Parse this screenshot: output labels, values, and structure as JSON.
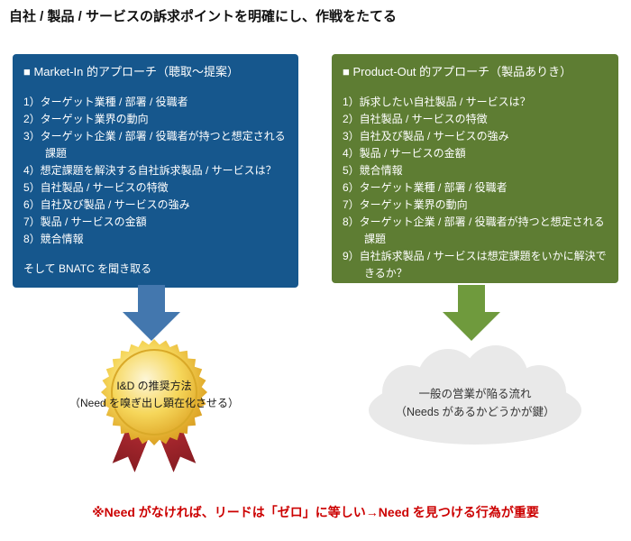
{
  "page": {
    "title": "自社 / 製品 / サービスの訴求ポイントを明確にし、作戦をたてる"
  },
  "market_in": {
    "heading": "■ Market-In 的アプローチ（聴取～提案）",
    "items": [
      "1）ターゲット業種 / 部署 / 役職者",
      "2）ターゲット業界の動向",
      "3）ターゲット企業 / 部署 / 役職者が持つと想定される課題",
      "4）想定課題を解決する自社訴求製品 / サービスは？",
      "5）自社製品 / サービスの特徴",
      "6）自社及び製品 / サービスの強み",
      "7）製品 / サービスの金額",
      "8）競合情報"
    ],
    "footer": "そして BNATC を聞き取る"
  },
  "product_out": {
    "heading": "■ Product-Out 的アプローチ（製品ありき）",
    "items": [
      "1）訴求したい自社製品 / サービスは？",
      "2）自社製品 / サービスの特徴",
      "3）自社及び製品 / サービスの強み",
      "4）製品 / サービスの金額",
      "5）競合情報",
      "6）ターゲット業種 / 部署 / 役職者",
      "7）ターゲット業界の動向",
      "8）ターゲット企業 / 部署 / 役職者が持つと想定される課題",
      "9）自社訴求製品 / サービスは想定課題をいかに解決できるか？"
    ]
  },
  "medal": {
    "line1": "I&D の推奨方法",
    "line2": "（Need を嗅ぎ出し顕在化させる）"
  },
  "cloud": {
    "line1": "一般の営業が陥る流れ",
    "line2": "（Needs があるかどうかが鍵）"
  },
  "footnote": "※Need がなければ、リードは「ゼロ」に等しい→Need を見つける行為が重要",
  "colors": {
    "market_in_box": "#16578d",
    "product_out_box": "#5e7d33",
    "arrow_blue": "#4377ae",
    "arrow_green": "#6f9a3d",
    "medal_gold": "#e8b32a",
    "ribbon_red": "#a7262e",
    "cloud_gray": "#e9e9e9",
    "footnote_red": "#cc0000",
    "box_text": "#ffffff"
  }
}
